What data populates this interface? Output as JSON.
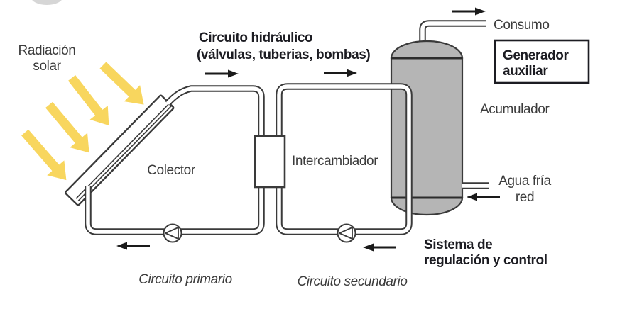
{
  "labels": {
    "radiacion": {
      "line1": "Radiación",
      "line2": "solar"
    },
    "circuito_hidraulico": {
      "line1": "Circuito hidráulico",
      "line2": "(válvulas, tuberias, bombas)"
    },
    "consumo": "Consumo",
    "generador_auxiliar": {
      "line1": "Generador",
      "line2": "auxiliar"
    },
    "acumulador": "Acumulador",
    "agua_fria": {
      "line1": "Agua fría",
      "line2": "red"
    },
    "sistema_regulacion": {
      "line1": "Sistema de",
      "line2": "regulación y control"
    },
    "colector": "Colector",
    "intercambiador": "Intercambiador",
    "circuito_primario": "Circuito primario",
    "circuito_secundario": "Circuito secundario"
  },
  "colors": {
    "solar_ray": "#f8d65e",
    "tank_fill": "#b5b5b5",
    "pipe_outline": "#3a3a3a",
    "flow_arrow": "#1a1a1a",
    "text_regular": "#3c3c3c",
    "text_bold": "#1c1c22"
  }
}
